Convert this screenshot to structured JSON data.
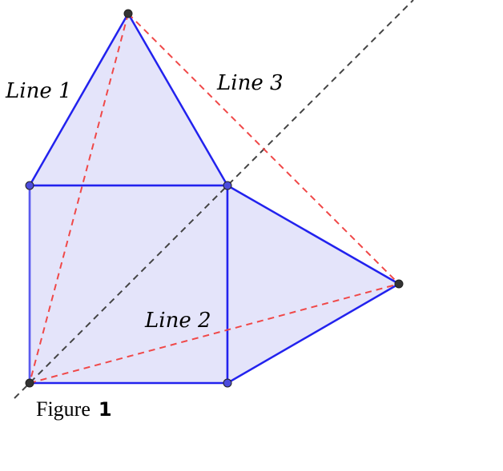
{
  "labels": {
    "line1": "Line 1",
    "line2": "Line 2",
    "line3": "Line 3"
  },
  "caption": {
    "word": "Figure",
    "number": "1"
  },
  "colors": {
    "shape_stroke": "#2222ee",
    "shape_fill": "#e4e4fa",
    "dashed_red": "#f04848",
    "dashed_black": "#444444",
    "vertex_blue": "#4c4cdc",
    "vertex_dark": "#333333"
  }
}
